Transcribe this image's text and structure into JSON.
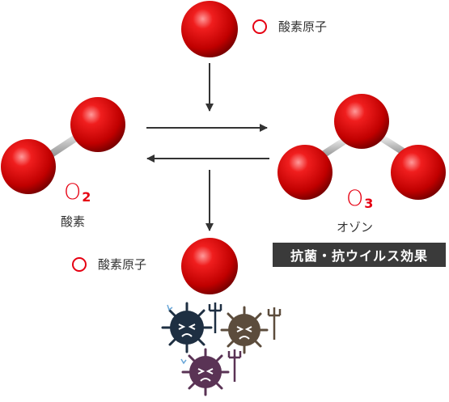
{
  "labels": {
    "atom_top": "酸素原子",
    "atom_bottom": "酸素原子",
    "o2_formula_letter": "O",
    "o2_formula_sub": "2",
    "o2_name": "酸素",
    "o3_formula_letter": "O",
    "o3_formula_sub": "3",
    "o3_name": "オゾン",
    "effect_badge": "抗菌・抗ウイルス効果"
  },
  "colors": {
    "atom_red": "#e60012",
    "badge_bg": "#3a3a3a",
    "arrow": "#333333"
  },
  "icons": [
    "oxygen-atom",
    "germ-character"
  ]
}
